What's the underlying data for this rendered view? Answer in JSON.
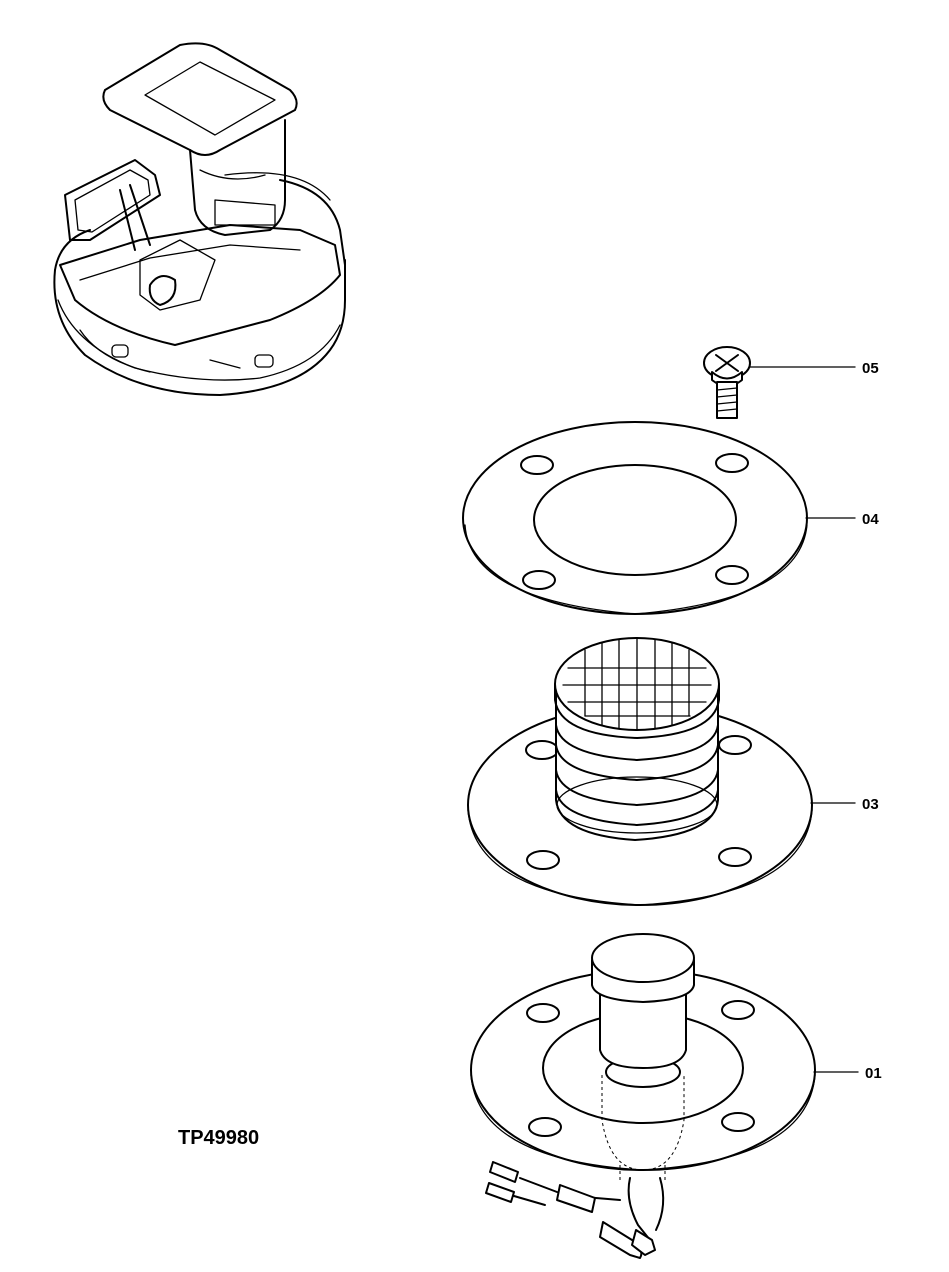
{
  "diagram": {
    "reference_code": "TP49980",
    "callouts": [
      {
        "id": "05",
        "label": "05"
      },
      {
        "id": "04",
        "label": "04"
      },
      {
        "id": "03",
        "label": "03"
      },
      {
        "id": "01",
        "label": "01"
      }
    ],
    "parts": [
      {
        "callout": "05",
        "icon": "screw-icon"
      },
      {
        "callout": "04",
        "icon": "gasket-ring-icon"
      },
      {
        "callout": "03",
        "icon": "grille-cover-icon"
      },
      {
        "callout": "01",
        "icon": "beacon-lamp-base-icon"
      }
    ],
    "overview_icon": "excavator-machine-icon"
  }
}
